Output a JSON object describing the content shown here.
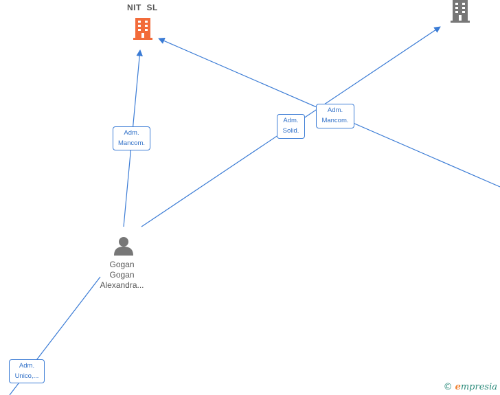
{
  "nodes": {
    "company_main": {
      "title": "NIT  SL",
      "icon": "building-icon",
      "color": "#f26b3a"
    },
    "company_other": {
      "icon": "building-icon",
      "color": "#777777"
    },
    "person": {
      "name_lines": [
        "Gogan",
        "Gogan",
        "Alexandra..."
      ],
      "icon": "person-icon",
      "color": "#777777"
    }
  },
  "edges": [
    {
      "id": "person-to-nit",
      "label_lines": [
        "Adm.",
        "Mancom."
      ]
    },
    {
      "id": "person-to-other",
      "label_lines": [
        "Adm.",
        "Solid."
      ]
    },
    {
      "id": "offscreen-to-nit",
      "label_lines": [
        "Adm.",
        "Mancom."
      ]
    },
    {
      "id": "offscreen-to-person",
      "label_lines": [
        "Adm.",
        "Unico,..."
      ]
    }
  ],
  "colors": {
    "edge": "#3a7bd5",
    "label_border": "#3a7bd5",
    "label_text": "#2f6fc7"
  },
  "brand": {
    "copyright": "©",
    "initial": "e",
    "rest": "mpresia"
  }
}
